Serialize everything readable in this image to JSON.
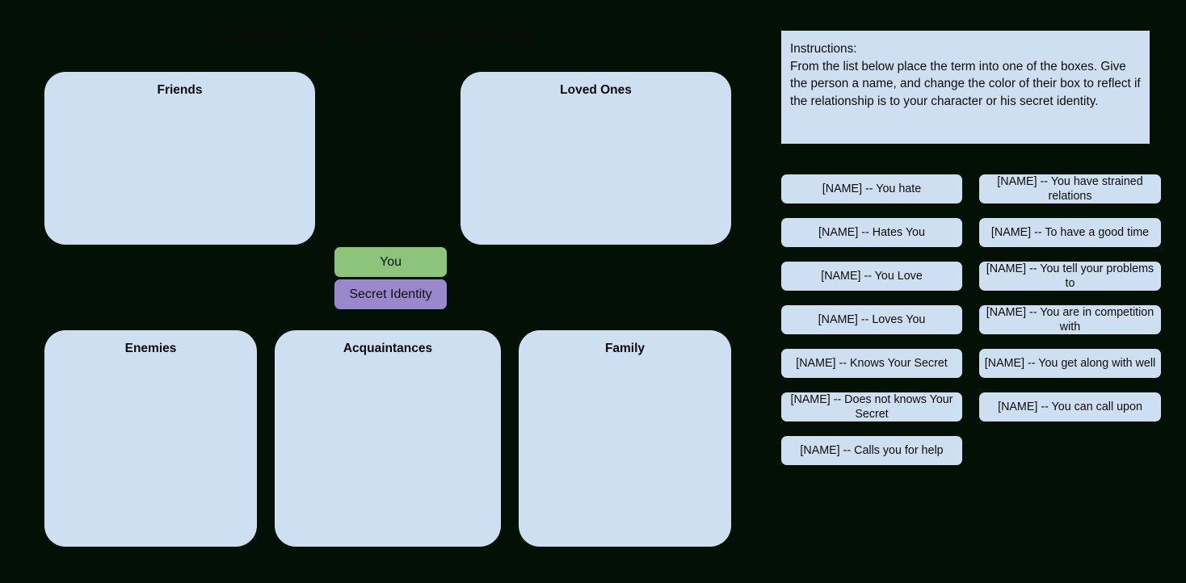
{
  "page": {
    "title": "Character Relationship Map",
    "background_color": "#021005",
    "box_color": "#cedff2",
    "you_color": "#8cc47c",
    "secret_identity_color": "#9988cc",
    "title_color": "#0a0c08"
  },
  "categories": [
    {
      "label": "Friends"
    },
    {
      "label": "Loved Ones"
    },
    {
      "label": "Enemies"
    },
    {
      "label": "Acquaintances"
    },
    {
      "label": "Family"
    }
  ],
  "identity": {
    "you_label": "You",
    "secret_identity_label": "Secret Identity"
  },
  "instructions": {
    "heading": "Instructions:",
    "body": "Instructions:\nFrom the list below place the term into one of the boxes. Give the person a name, and change the color of their box to reflect if the relationship is to your character or his secret identity."
  },
  "terms": {
    "left_column": [
      {
        "label": "[NAME] -- You hate"
      },
      {
        "label": "[NAME] -- Hates You"
      },
      {
        "label": "[NAME] -- You Love"
      },
      {
        "label": "[NAME] -- Loves You"
      },
      {
        "label": "[NAME] -- Knows Your Secret"
      },
      {
        "label": "[NAME] -- Does not knows Your Secret"
      },
      {
        "label": "[NAME] -- Calls you for help"
      }
    ],
    "right_column": [
      {
        "label": "[NAME] -- You have strained relations"
      },
      {
        "label": "[NAME] -- To have a good time"
      },
      {
        "label": "[NAME] -- You tell your problems to"
      },
      {
        "label": "[NAME] -- You are in competition with"
      },
      {
        "label": "[NAME] -- You get along with well"
      },
      {
        "label": "[NAME] -- You can call upon"
      }
    ]
  }
}
